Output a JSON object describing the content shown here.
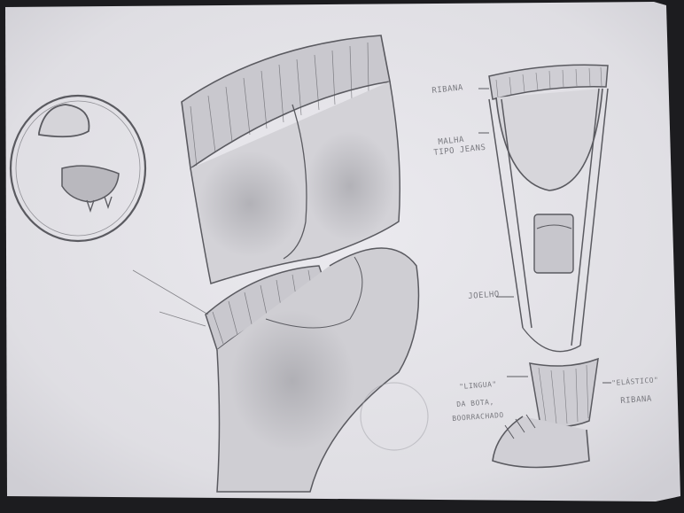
{
  "sketch": {
    "annotations": {
      "ribana_top": "RIBANA",
      "malha_line1": "MALHA",
      "malha_line2": "TIPO JEANS",
      "joelho": "JOELHO",
      "lingua_line1": "\"LINGUA\"",
      "lingua_line2": "DA BOTA,",
      "lingua_line3": "BOORRACHADO",
      "elastico": "\"ELÁSTICO\"",
      "ribana_bottom": "RIBANA"
    }
  },
  "colors": {
    "background": "#1c1c1f",
    "paper": "#e4e3e8",
    "graphite": "#5a5a60"
  }
}
